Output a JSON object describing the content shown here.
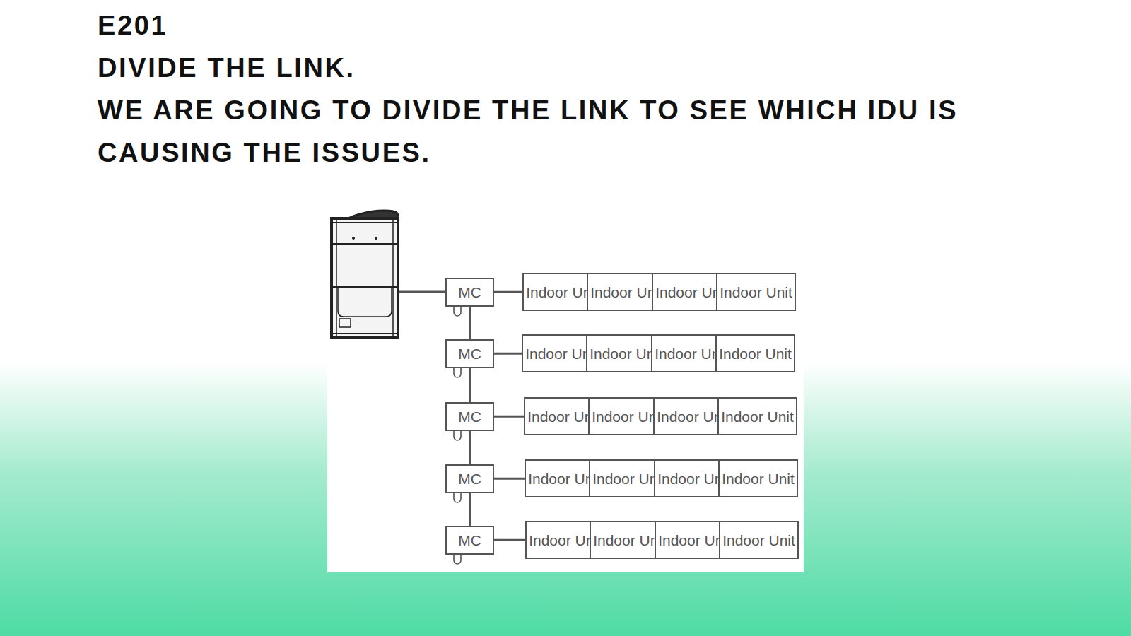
{
  "diagram": {
    "title": "E201",
    "nodes": [
      {
        "text": [
          "MC"
        ]
      },
      {
        "text": [
          "Indoor Unit"
        ]
      },
      {
        "text": [
          "Indoor Unit"
        ]
      },
      {
        "text": [
          "Indoor Unit"
        ]
      },
      {
        "text": [
          "Indoor Unit"
        ]
      },
      {
        "text": [
          "MC"
        ]
      },
      {
        "text": [
          "Indoor Unit"
        ]
      },
      {
        "text": [
          "Indoor Unit"
        ]
      },
      {
        "text": [
          "Indoor Unit"
        ]
      },
      {
        "text": [
          "Indoor Unit"
        ]
      },
      {
        "text": [
          "MC"
        ]
      },
      {
        "text": [
          "Indoor Unit"
        ]
      },
      {
        "text": [
          "Indoor Unit"
        ]
      },
      {
        "text": [
          "Indoor Unit"
        ]
      },
      {
        "text": [
          "Indoor Unit"
        ]
      },
      {
        "text": [
          "MC"
        ]
      },
      {
        "text": [
          "Indoor Unit"
        ]
      },
      {
        "text": [
          "Indoor Unit"
        ]
      },
      {
        "text": [
          "Indoor Unit"
        ]
      },
      {
        "text": [
          "Indoor Unit"
        ]
      },
      {
        "text": [
          "MC"
        ]
      },
      {
        "text": [
          "Indoor Unit"
        ]
      },
      {
        "text": [
          "Indoor Unit"
        ]
      },
      {
        "text": [
          "Indoor Unit"
        ]
      },
      {
        "text": [
          "Indoor Unit"
        ]
      }
    ],
    "edges": [
      {
        "from": 0,
        "to": 1,
        "arrow": "none"
      },
      {
        "from": 1,
        "to": 2,
        "arrow": "none"
      },
      {
        "from": 2,
        "to": 3,
        "arrow": "none"
      },
      {
        "from": 3,
        "to": 4,
        "arrow": "none"
      },
      {
        "from": 0,
        "to": 5,
        "arrow": "none"
      },
      {
        "from": 5,
        "to": 6,
        "arrow": "none"
      },
      {
        "from": 6,
        "to": 7,
        "arrow": "none"
      },
      {
        "from": 7,
        "to": 8,
        "arrow": "none"
      },
      {
        "from": 8,
        "to": 9,
        "arrow": "none"
      },
      {
        "from": 5,
        "to": 10,
        "arrow": "none"
      },
      {
        "from": 10,
        "to": 11,
        "arrow": "none"
      },
      {
        "from": 11,
        "to": 12,
        "arrow": "none"
      },
      {
        "from": 12,
        "to": 13,
        "arrow": "none"
      },
      {
        "from": 13,
        "to": 14,
        "arrow": "none"
      },
      {
        "from": 10,
        "to": 15,
        "arrow": "none"
      },
      {
        "from": 15,
        "to": 16,
        "arrow": "none"
      },
      {
        "from": 16,
        "to": 17,
        "arrow": "none"
      },
      {
        "from": 17,
        "to": 18,
        "arrow": "none"
      },
      {
        "from": 18,
        "to": 19,
        "arrow": "none"
      },
      {
        "from": 15,
        "to": 20,
        "arrow": "none"
      },
      {
        "from": 20,
        "to": 21,
        "arrow": "none"
      },
      {
        "from": 21,
        "to": 22,
        "arrow": "none"
      },
      {
        "from": 22,
        "to": 23,
        "arrow": "none"
      },
      {
        "from": 23,
        "to": 24,
        "arrow": "none"
      }
    ],
    "labels": [
      "DIVIDE THE LINK.",
      "WE ARE GOING TO DIVIDE THE LINK TO SEE WHICH IDU IS CAUSING THE ISSUES."
    ]
  }
}
